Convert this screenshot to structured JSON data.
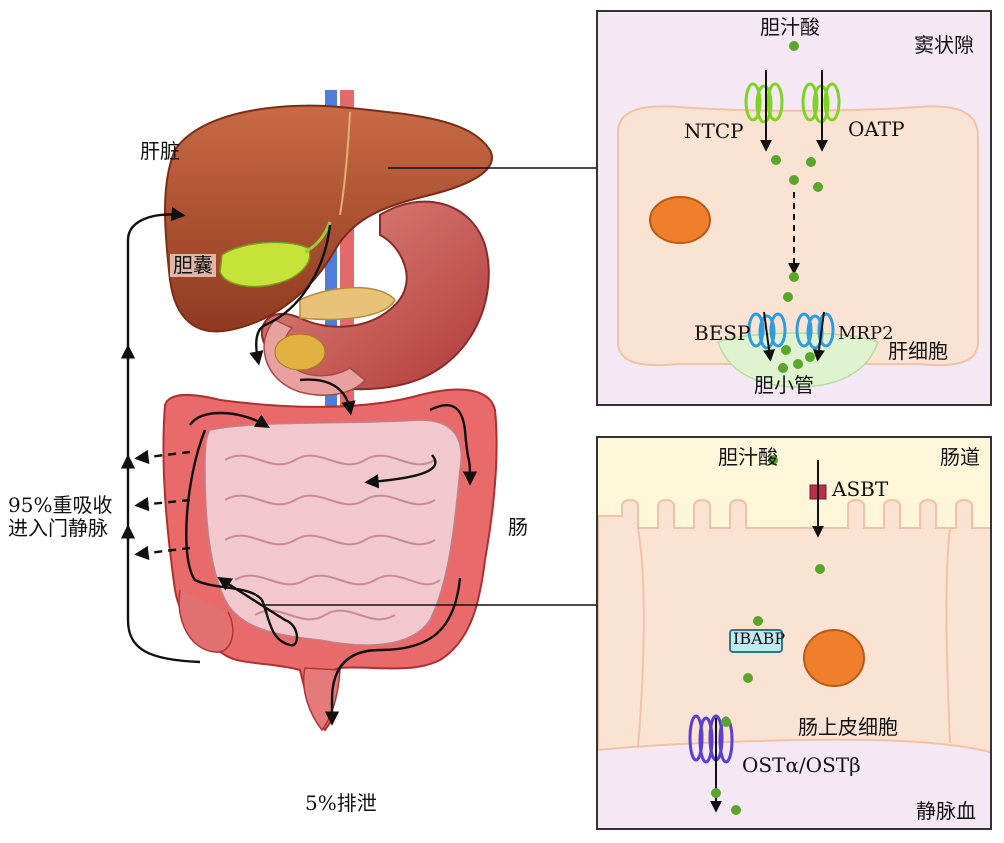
{
  "labels": {
    "liver": "肝脏",
    "gallbladder": "胆囊",
    "intestine": "肠",
    "reabsorb_line1": "95%重吸收",
    "reabsorb_line2": "进入门静脉",
    "excretion": "5%排泄"
  },
  "hepatocyte_panel": {
    "bile_acid": "胆汁酸",
    "sinusoid": "窦状隙",
    "ntcp": "NTCP",
    "oatp": "OATP",
    "besp": "BESP",
    "mrp2": "MRP2",
    "hepatocyte": "肝细胞",
    "canaliculus": "胆小管"
  },
  "enterocyte_panel": {
    "bile_acid": "胆汁酸",
    "lumen": "肠道",
    "asbt": "ASBT",
    "ibabp": "IBABP",
    "enterocyte": "肠上皮细胞",
    "ost": "OSTα/OSTβ",
    "venous_blood": "静脉血"
  },
  "colors": {
    "liver": "#b5502e",
    "gallbladder": "#c6e33a",
    "intestine": "#f2b7bd",
    "colon": "#e86a6a",
    "cell": "#fbe3d3",
    "nucleus": "#f07f2c",
    "bile_dot": "#5aa52b",
    "ntcp_oatp": "#7ed321",
    "besp_mrp2": "#2f9be0",
    "asbt": "#b5304a",
    "ost": "#5b3fd0",
    "sinusoid_bg": "#f5e8f5",
    "canaliculus_bg": "#dff3d0",
    "lumen_bg": "#fdf6d8"
  }
}
